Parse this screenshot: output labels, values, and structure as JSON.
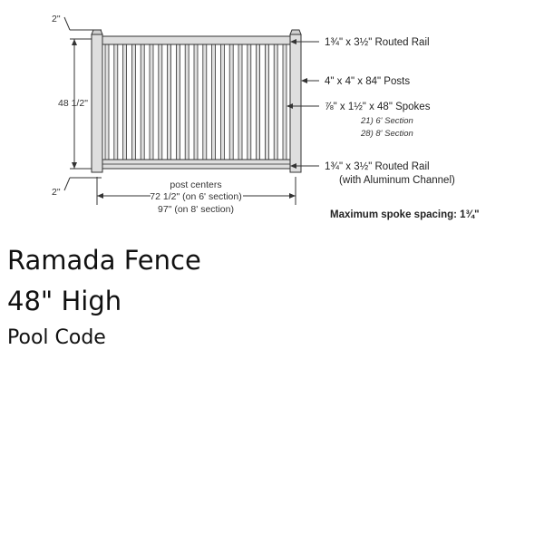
{
  "diagram": {
    "labels": {
      "top_rail": "1¾\" x 3½\" Routed Rail",
      "posts": "4\" x 4\" x 84\" Posts",
      "spokes": "⅞\" x 1½\" x 48\" Spokes",
      "spokes_6ft": "21) 6' Section",
      "spokes_8ft": "28) 8' Section",
      "bottom_rail": "1¾\" x 3½\" Routed Rail",
      "bottom_rail_note": "(with Aluminum Channel)",
      "max_spacing": "Maximum spoke spacing: 1¾\""
    },
    "dimensions": {
      "top_gap": "2\"",
      "height": "48 1/2\"",
      "bottom_gap": "2\"",
      "post_centers": "post centers",
      "width_6ft": "72 1/2\" (on 6' section)",
      "width_8ft": "97\" (on 8' section)"
    },
    "spoke_count_shown": 21,
    "colors": {
      "fence_fill": "#dedede",
      "line": "#333333"
    }
  },
  "product": {
    "name": "Ramada Fence",
    "height": "48\" High",
    "code": "Pool Code"
  }
}
